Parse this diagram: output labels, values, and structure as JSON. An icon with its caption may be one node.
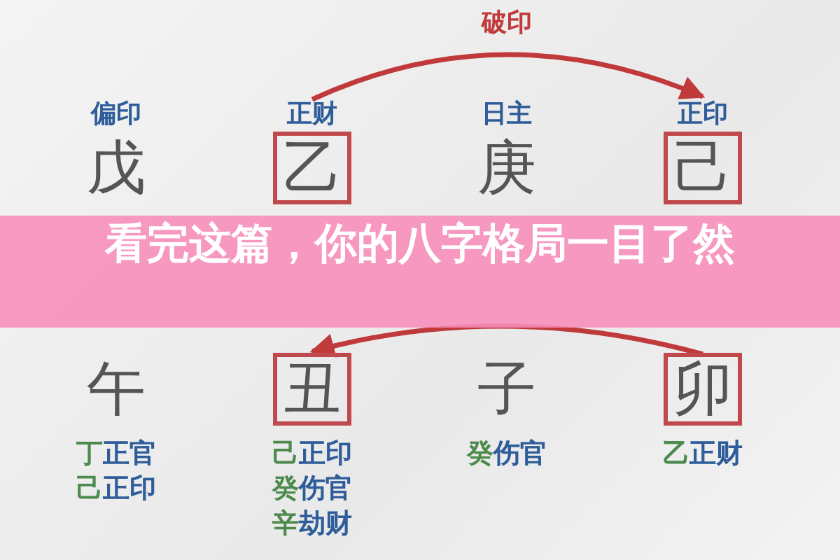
{
  "diagram": {
    "title": "看完这篇，你的八字格局一目了然",
    "nodes": [
      {
        "text": [
          "戊"
        ],
        "beside": [
          "偏印"
        ]
      },
      {
        "text": [
          "乙"
        ],
        "beside": [
          "正财"
        ]
      },
      {
        "text": [
          "庚"
        ],
        "beside": [
          "日主"
        ]
      },
      {
        "text": [
          "己"
        ],
        "beside": [
          "正印"
        ]
      },
      {
        "text": [
          "午"
        ],
        "beside": [
          "丁正官",
          "己正印"
        ]
      },
      {
        "text": [
          "丑"
        ],
        "beside": [
          "己正印",
          "癸伤官",
          "辛劫财"
        ]
      },
      {
        "text": [
          "子"
        ],
        "beside": [
          "癸伤官"
        ]
      },
      {
        "text": [
          "卯"
        ],
        "beside": [
          "乙正财"
        ]
      }
    ],
    "edges": [
      {
        "from": 1,
        "to": 3,
        "arrow": "to",
        "label": "破印"
      },
      {
        "from": 7,
        "to": 5,
        "arrow": "to"
      }
    ]
  }
}
